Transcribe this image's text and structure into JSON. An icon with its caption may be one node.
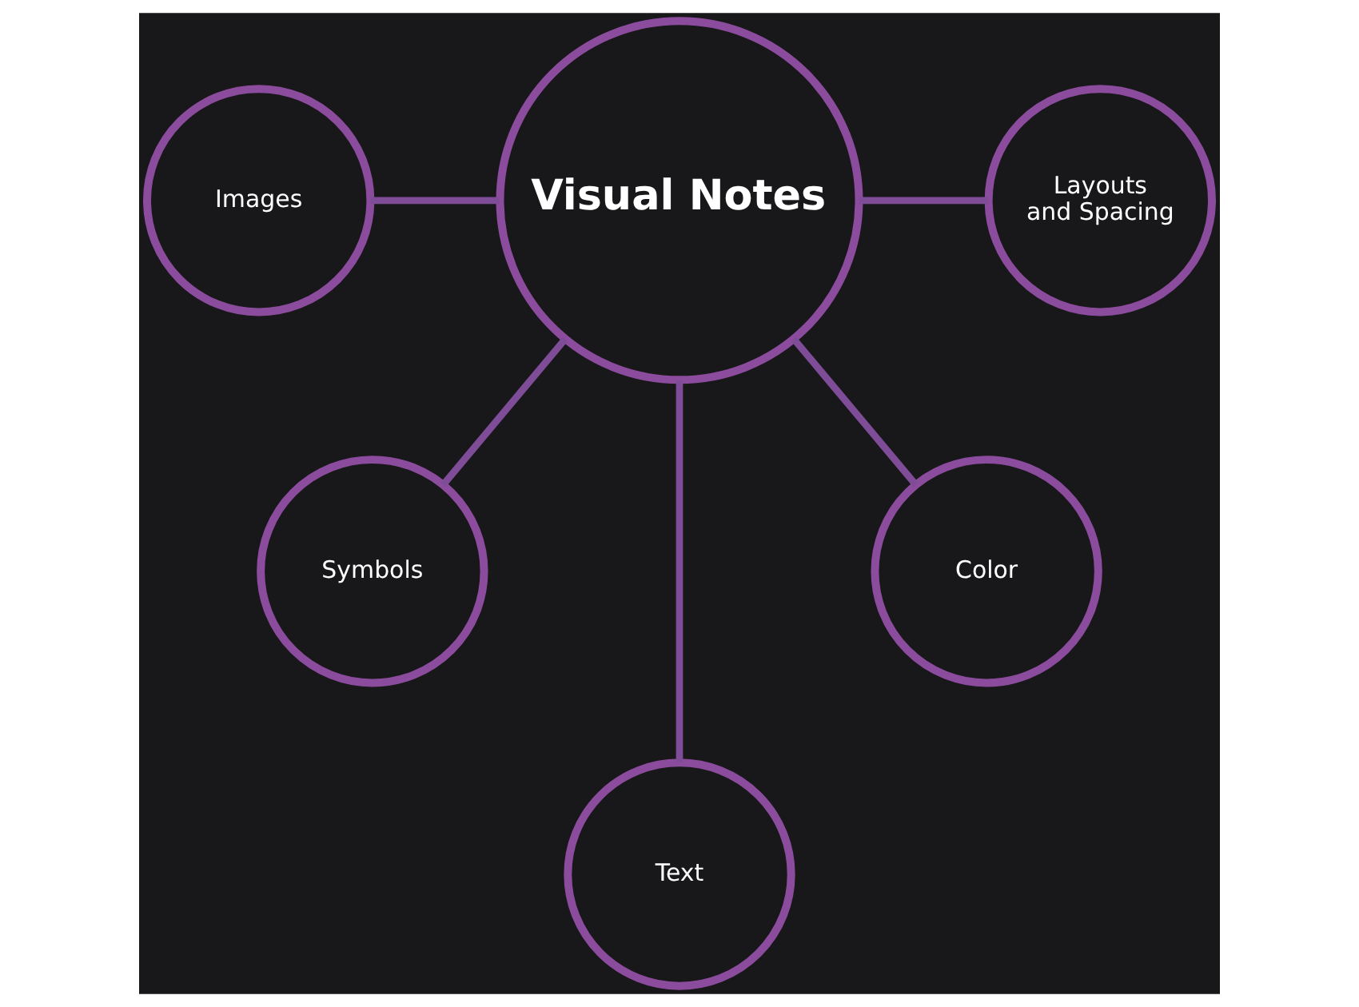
{
  "diagram": {
    "nodes": [
      {
        "text": [
          "Visual Notes"
        ]
      },
      {
        "text": [
          "Images"
        ]
      },
      {
        "text": [
          "Layouts and Spacing"
        ]
      },
      {
        "text": [
          "Symbols"
        ]
      },
      {
        "text": [
          "Text"
        ]
      },
      {
        "text": [
          "Color"
        ]
      }
    ],
    "edges": [
      {
        "from": 1,
        "to": 0,
        "arrow": "none"
      },
      {
        "from": 0,
        "to": 2,
        "arrow": "none"
      },
      {
        "from": 0,
        "to": 3,
        "arrow": "none"
      },
      {
        "from": 0,
        "to": 4,
        "arrow": "none"
      },
      {
        "from": 0,
        "to": 5,
        "arrow": "none"
      }
    ]
  }
}
